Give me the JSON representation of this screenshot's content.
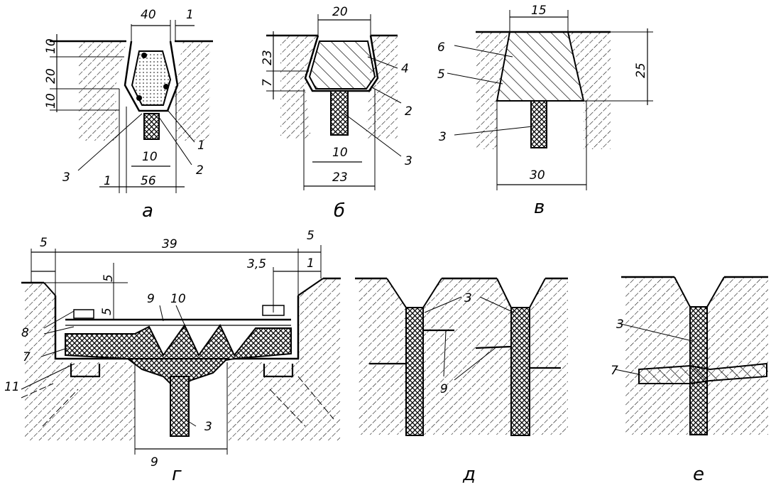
{
  "panels": {
    "a": {
      "caption": "а",
      "dims": {
        "top_width": "40",
        "side_gap": "1",
        "h_top": "10",
        "h_mid": "20",
        "h_bottom": "10",
        "inner_width": "10",
        "base_width": "56",
        "left_gap": "1"
      },
      "callouts": {
        "c1": "1",
        "c2": "2",
        "c3": "3"
      }
    },
    "b": {
      "caption": "б",
      "dims": {
        "top_width": "20",
        "h_upper": "23",
        "h_lower": "7",
        "inner_width": "10",
        "base_width": "23"
      },
      "callouts": {
        "c4": "4",
        "c2": "2",
        "c3": "3"
      }
    },
    "v": {
      "caption": "в",
      "dims": {
        "top_width": "15",
        "height": "25",
        "base_width": "30"
      },
      "callouts": {
        "c6": "6",
        "c5": "5",
        "c3": "3"
      }
    },
    "g": {
      "caption": "г",
      "dims": {
        "total_width": "39",
        "left_offset": "5",
        "right_offset": "5",
        "depth": "5",
        "depth2": "5",
        "bracket": "3,5",
        "gap": "1",
        "bottom_width": "9"
      },
      "callouts": {
        "c9": "9",
        "c10": "10",
        "c8": "8",
        "c7": "7",
        "c11": "11",
        "c3": "3"
      }
    },
    "d": {
      "caption": "д",
      "callouts": {
        "c3": "3",
        "c9": "9"
      }
    },
    "e": {
      "caption": "е",
      "callouts": {
        "c3": "3",
        "c7": "7"
      }
    }
  }
}
